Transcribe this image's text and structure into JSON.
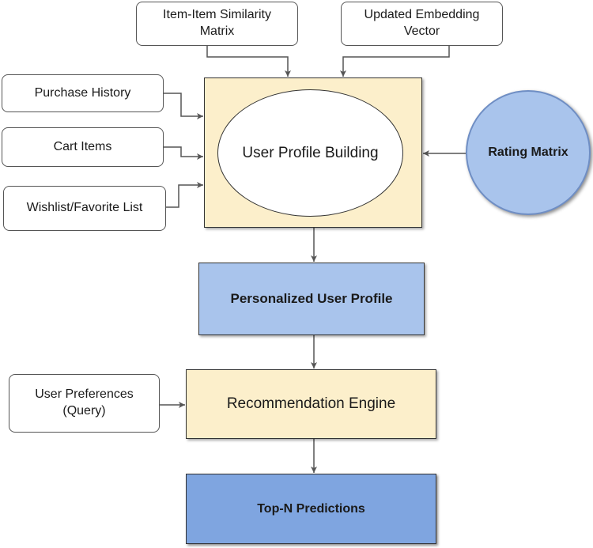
{
  "diagram": {
    "nodes": {
      "item_similarity": "Item-Item Similarity\nMatrix",
      "updated_embedding": "Updated Embedding\nVector",
      "purchase_history": "Purchase History",
      "cart_items": "Cart Items",
      "wishlist": "Wishlist/Favorite List",
      "user_profile_building": "User Profile Building",
      "rating_matrix": "Rating Matrix",
      "personalized_user_profile": "Personalized User Profile",
      "user_preferences": "User Preferences\n(Query)",
      "recommendation_engine": "Recommendation Engine",
      "top_n_predictions": "Top-N Predictions"
    },
    "edges": [
      {
        "from": "item_similarity",
        "to": "user_profile_building"
      },
      {
        "from": "updated_embedding",
        "to": "user_profile_building"
      },
      {
        "from": "purchase_history",
        "to": "user_profile_building"
      },
      {
        "from": "cart_items",
        "to": "user_profile_building"
      },
      {
        "from": "wishlist",
        "to": "user_profile_building"
      },
      {
        "from": "rating_matrix",
        "to": "user_profile_building"
      },
      {
        "from": "user_profile_building",
        "to": "personalized_user_profile"
      },
      {
        "from": "personalized_user_profile",
        "to": "recommendation_engine"
      },
      {
        "from": "user_preferences",
        "to": "recommendation_engine"
      },
      {
        "from": "recommendation_engine",
        "to": "top_n_predictions"
      }
    ],
    "colors": {
      "container_fill": "#fcefcb",
      "profile_fill": "#a9c4ec",
      "predictions_fill": "#7fa5e0",
      "edge_color": "#555555"
    }
  }
}
